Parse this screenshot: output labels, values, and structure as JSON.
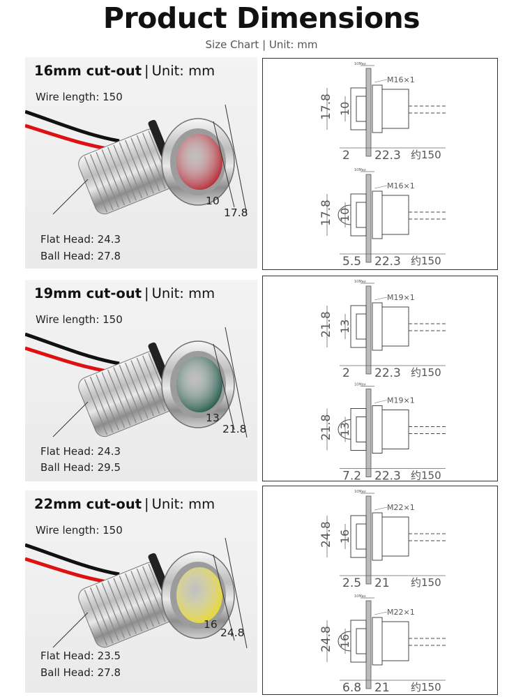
{
  "header": {
    "title": "Product Dimensions",
    "subtitle": "Size Chart | Unit: mm"
  },
  "rows": [
    {
      "cutout": "16mm cut-out",
      "unit": "Unit: mm",
      "wire": "Wire length: 150",
      "flat": "Flat Head: 24.3",
      "ball": "Ball Head: 27.8",
      "lens_dia": "10",
      "bezel_dia": "17.8",
      "lens_color": "#b3121f",
      "top": {
        "thread": "M16×1",
        "left_dim": "17.8",
        "inner_dim": "10",
        "head": "2",
        "body": "22.3",
        "wire": "约150",
        "max": "10Max"
      },
      "bottom": {
        "thread": "M16×1",
        "left_dim": "17.8",
        "inner_dim": "10",
        "head": "5.5",
        "body": "22.3",
        "wire": "约150",
        "max": "10Max"
      }
    },
    {
      "cutout": "19mm cut-out",
      "unit": "Unit: mm",
      "wire": "Wire length: 150",
      "flat": "Flat Head: 24.3",
      "ball": "Ball Head: 29.5",
      "lens_dia": "13",
      "bezel_dia": "21.8",
      "lens_color": "#0c4a38",
      "top": {
        "thread": "M19×1",
        "left_dim": "21.8",
        "inner_dim": "13",
        "head": "2",
        "body": "22.3",
        "wire": "约150",
        "max": "10Max"
      },
      "bottom": {
        "thread": "M19×1",
        "left_dim": "21.8",
        "inner_dim": "13",
        "head": "7.2",
        "body": "22.3",
        "wire": "约150",
        "max": "10Max"
      }
    },
    {
      "cutout": "22mm cut-out",
      "unit": "Unit: mm",
      "wire": "Wire length: 150",
      "flat": "Flat Head: 23.5",
      "ball": "Ball Head: 27.8",
      "lens_dia": "16",
      "bezel_dia": "24.8",
      "lens_color": "#e8d71c",
      "top": {
        "thread": "M22×1",
        "left_dim": "24.8",
        "inner_dim": "16",
        "head": "2.5",
        "body": "21",
        "wire": "约150",
        "max": "10Max"
      },
      "bottom": {
        "thread": "M22×1",
        "left_dim": "24.8",
        "inner_dim": "16",
        "head": "6.8",
        "body": "21",
        "wire": "约150",
        "max": "10Max"
      }
    }
  ]
}
